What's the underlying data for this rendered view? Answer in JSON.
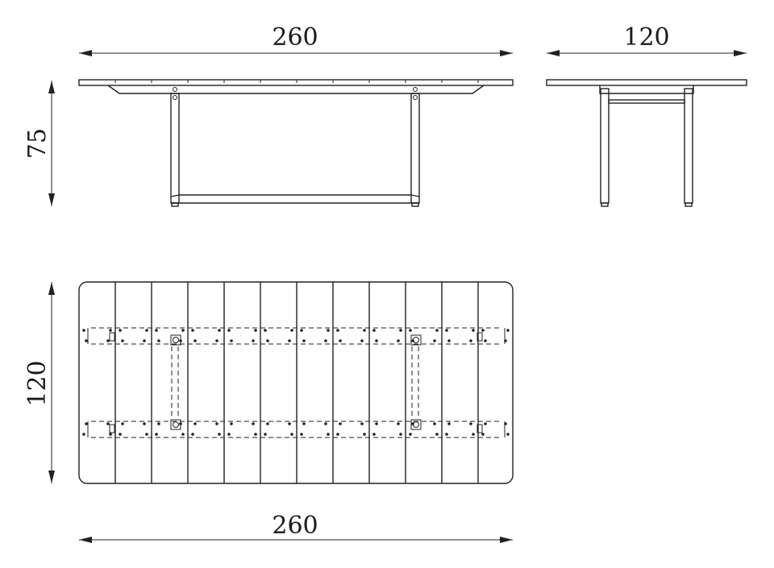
{
  "dimensions": {
    "front_length": "260",
    "side_depth": "120",
    "front_height": "75",
    "top_depth": "120",
    "top_length": "260"
  },
  "colors": {
    "line": "#222222",
    "background": "#ffffff"
  }
}
